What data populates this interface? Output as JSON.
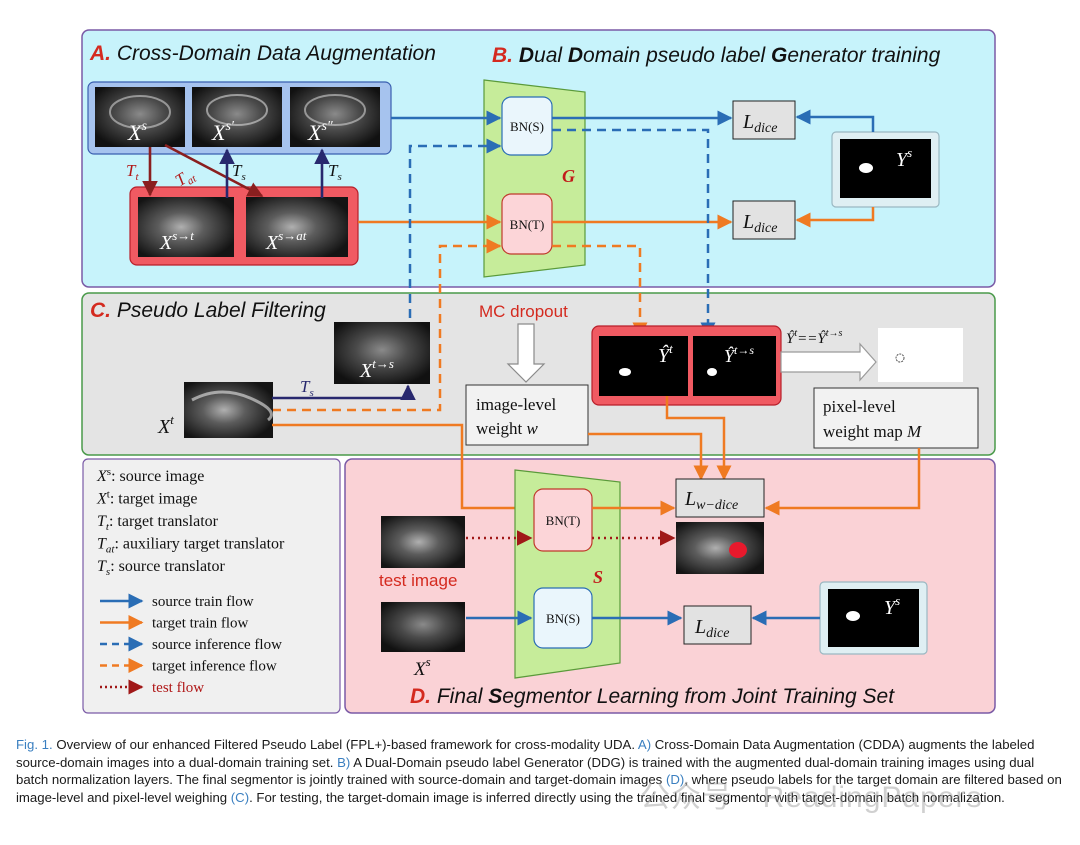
{
  "panels": {
    "a": {
      "letter": "A.",
      "title": "Cross-Domain Data Augmentation"
    },
    "b": {
      "letter": "B.",
      "t1": "D",
      "t2": "ual ",
      "t3": "D",
      "t4": "omain pseudo label ",
      "t5": "G",
      "t6": "enerator training"
    },
    "c": {
      "letter": "C.",
      "title": "Pseudo Label Filtering"
    },
    "d": {
      "letter": "D.",
      "t1": "Final ",
      "t2": "S",
      "t3": "egmentor Learning from Joint Training Set"
    }
  },
  "images": {
    "xs": "X",
    "xs_sup": "s",
    "xs1": "X",
    "xs1_sup": "s′",
    "xs2": "X",
    "xs2_sup": "s″",
    "xst": "X",
    "xst_sup": "s→t",
    "xsat": "X",
    "xsat_sup": "s→at",
    "xts": "X",
    "xts_sup": "t→s",
    "xt": "X",
    "xt_sup": "t",
    "ys": "Y",
    "ys_sup": "s",
    "yhat_t": "Ŷ",
    "yhat_t_sup": "t",
    "yhat_ts": "Ŷ",
    "yhat_ts_sup": "t→s",
    "eq": "Ŷ",
    "eq_sup1": "t",
    "eq_mid": "==Ŷ",
    "eq_sup2": "t→s",
    "test_image": "test image",
    "xs_bottom": "X",
    "xs_bottom_sup": "s",
    "ys_bottom": "Y",
    "ys_bottom_sup": "s"
  },
  "transforms": {
    "tt": "T",
    "tt_sub": "t",
    "tat": "T",
    "tat_sub": "at",
    "ts1": "T",
    "ts1_sub": "s",
    "ts2": "T",
    "ts2_sub": "s",
    "ts3": "T",
    "ts3_sub": "s"
  },
  "network": {
    "g_label": "G",
    "s_label": "S",
    "bn_s": "BN(S)",
    "bn_t": "BN(T)",
    "bn_t2": "BN(T)",
    "bn_s2": "BN(S)"
  },
  "losses": {
    "l1": "L",
    "l1_sub": "dice",
    "l2": "L",
    "l2_sub": "dice",
    "lw": "L",
    "lw_sub": "w−dice",
    "l3": "L",
    "l3_sub": "dice"
  },
  "filtering": {
    "mc_dropout": "MC dropout",
    "image_weight_1": "image-level",
    "image_weight_2": "weight ",
    "image_weight_w": "w",
    "pixel_weight_1": "pixel-level",
    "pixel_weight_2": "weight map ",
    "pixel_weight_m": "M"
  },
  "legend_defs": [
    {
      "sym": "X",
      "sup": "s",
      "sub": "",
      "text": ": source image"
    },
    {
      "sym": "X",
      "sup": "t",
      "sub": "",
      "text": ": target image"
    },
    {
      "sym": "T",
      "sup": "",
      "sub": "t",
      "text": ": target translator"
    },
    {
      "sym": "T",
      "sup": "",
      "sub": "at",
      "text": ": auxiliary target translator"
    },
    {
      "sym": "T",
      "sup": "",
      "sub": "s",
      "text": ": source translator"
    }
  ],
  "legend_flows": [
    {
      "label": "source train flow",
      "color": "#2a6db5",
      "style": "solid"
    },
    {
      "label": "target train flow",
      "color": "#ef7a22",
      "style": "solid"
    },
    {
      "label": "source inference flow",
      "color": "#2a6db5",
      "style": "dashed"
    },
    {
      "label": "target inference flow",
      "color": "#ef7a22",
      "style": "dashed"
    },
    {
      "label": "test flow",
      "color": "#a01818",
      "style": "dotted"
    }
  ],
  "caption": {
    "part1": "Fig. 1.",
    "part2": "   Overview of our enhanced Filtered Pseudo Label (FPL+)-based framework for cross-modality UDA. ",
    "part3": "A)",
    "part4": " Cross-Domain Data Augmentation (CDDA) augments the labeled source-domain images into a dual-domain training set. ",
    "part5": "B)",
    "part6": " A Dual-Domain pseudo label Generator (DDG) is trained with the augmented dual-domain training images using dual batch normalization layers. The final segmentor is jointly trained with source-domain and target-domain images ",
    "part7": "(D)",
    "part8": ", where pseudo labels for the target domain are filtered based on image-level and pixel-level weighing ",
    "part9": "(C)",
    "part10": ". For testing, the target-domain image is inferred directly using the trained final segmentor with target-domain batch normalization."
  },
  "watermark": "公众号 · ReadingPapers",
  "colors": {
    "source_flow": "#2a6db5",
    "target_flow": "#ef7a22",
    "test_flow": "#a01818",
    "panel_ab_bg": "#c7f3fb",
    "panel_c_bg": "#e4e4e4",
    "panel_d_bg": "#fad2d6",
    "accent_red": "#d42a1f"
  }
}
